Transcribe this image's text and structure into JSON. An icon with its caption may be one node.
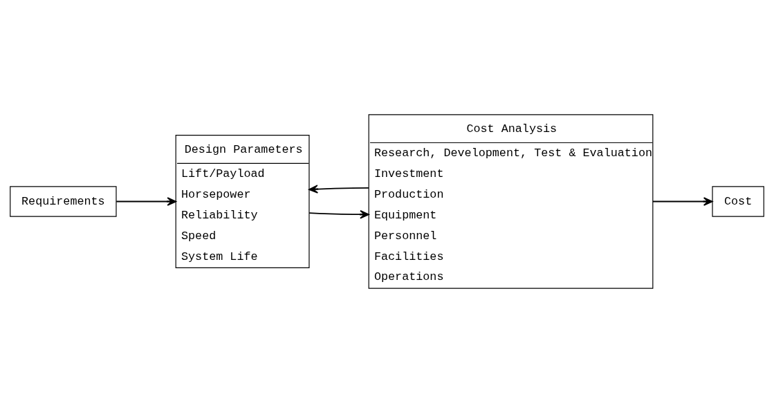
{
  "diagram": {
    "nodes": [
      {
        "text": [
          "Requirements"
        ]
      },
      {
        "text": [
          "Design Parameters",
          "Lift/Payload",
          "Horsepower",
          "Reliability",
          "Speed",
          "System Life"
        ]
      },
      {
        "text": [
          "Cost Analysis",
          "Research, Development, Test & Evaluation",
          "Investment",
          "Production",
          "Equipment",
          "Personnel",
          "Facilities",
          "Operations"
        ]
      },
      {
        "text": [
          "Cost"
        ]
      }
    ],
    "edges": [
      {
        "from": 0,
        "to": 1,
        "arrow": "to"
      },
      {
        "from": 1,
        "to": 2,
        "arrow": "to"
      },
      {
        "from": 2,
        "to": 1,
        "arrow": "to"
      },
      {
        "from": 2,
        "to": 3,
        "arrow": "to"
      }
    ]
  }
}
